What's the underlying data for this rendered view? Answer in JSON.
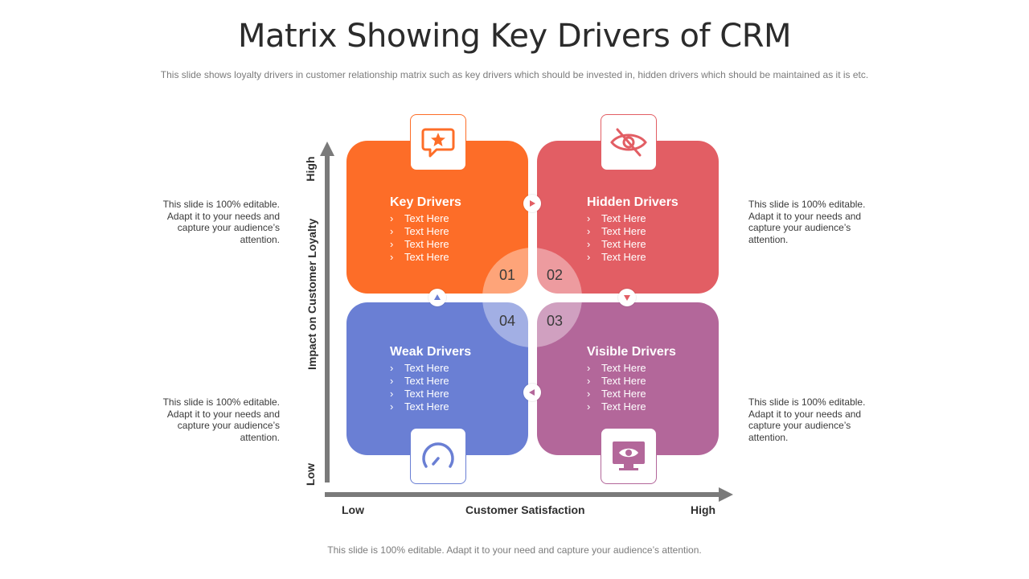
{
  "title": "Matrix Showing Key Drivers of CRM",
  "subtitle": "This slide shows loyalty drivers in customer relationship matrix such as key drivers which should be invested in, hidden drivers which should be maintained as it is etc.",
  "footer": "This slide is 100% editable. Adapt it to your need and capture your audience’s attention.",
  "side_notes": {
    "top_left": "This slide is 100% editable. Adapt it to your needs and capture your audience’s attention.",
    "top_right": "This slide is 100% editable. Adapt it to your needs and capture your audience’s attention.",
    "bottom_left": "This slide is 100% editable. Adapt it to your needs and capture your audience’s attention.",
    "bottom_right": "This slide is 100% editable. Adapt it to your needs and capture your audience’s attention."
  },
  "axes": {
    "y_label": "Impact on Customer Loyalty",
    "y_high": "High",
    "y_low": "Low",
    "x_label": "Customer Satisfaction",
    "x_low": "Low",
    "x_high": "High"
  },
  "quadrants": [
    {
      "number": "01",
      "title": "Key Drivers",
      "color": "#fd6d28",
      "icon": "star-speech-bubble-icon",
      "items": [
        "Text Here",
        "Text Here",
        "Text Here",
        "Text Here"
      ]
    },
    {
      "number": "02",
      "title": "Hidden Drivers",
      "color": "#e25e64",
      "icon": "hidden-eye-icon",
      "items": [
        "Text Here",
        "Text Here",
        "Text Here",
        "Text Here"
      ]
    },
    {
      "number": "03",
      "title": "Visible Drivers",
      "color": "#b3679a",
      "icon": "monitor-eye-icon",
      "items": [
        "Text Here",
        "Text Here",
        "Text Here",
        "Text Here"
      ]
    },
    {
      "number": "04",
      "title": "Weak Drivers",
      "color": "#6a7fd4",
      "icon": "gauge-icon",
      "items": [
        "Text Here",
        "Text Here",
        "Text Here",
        "Text Here"
      ]
    }
  ],
  "bullet_glyph": "›"
}
